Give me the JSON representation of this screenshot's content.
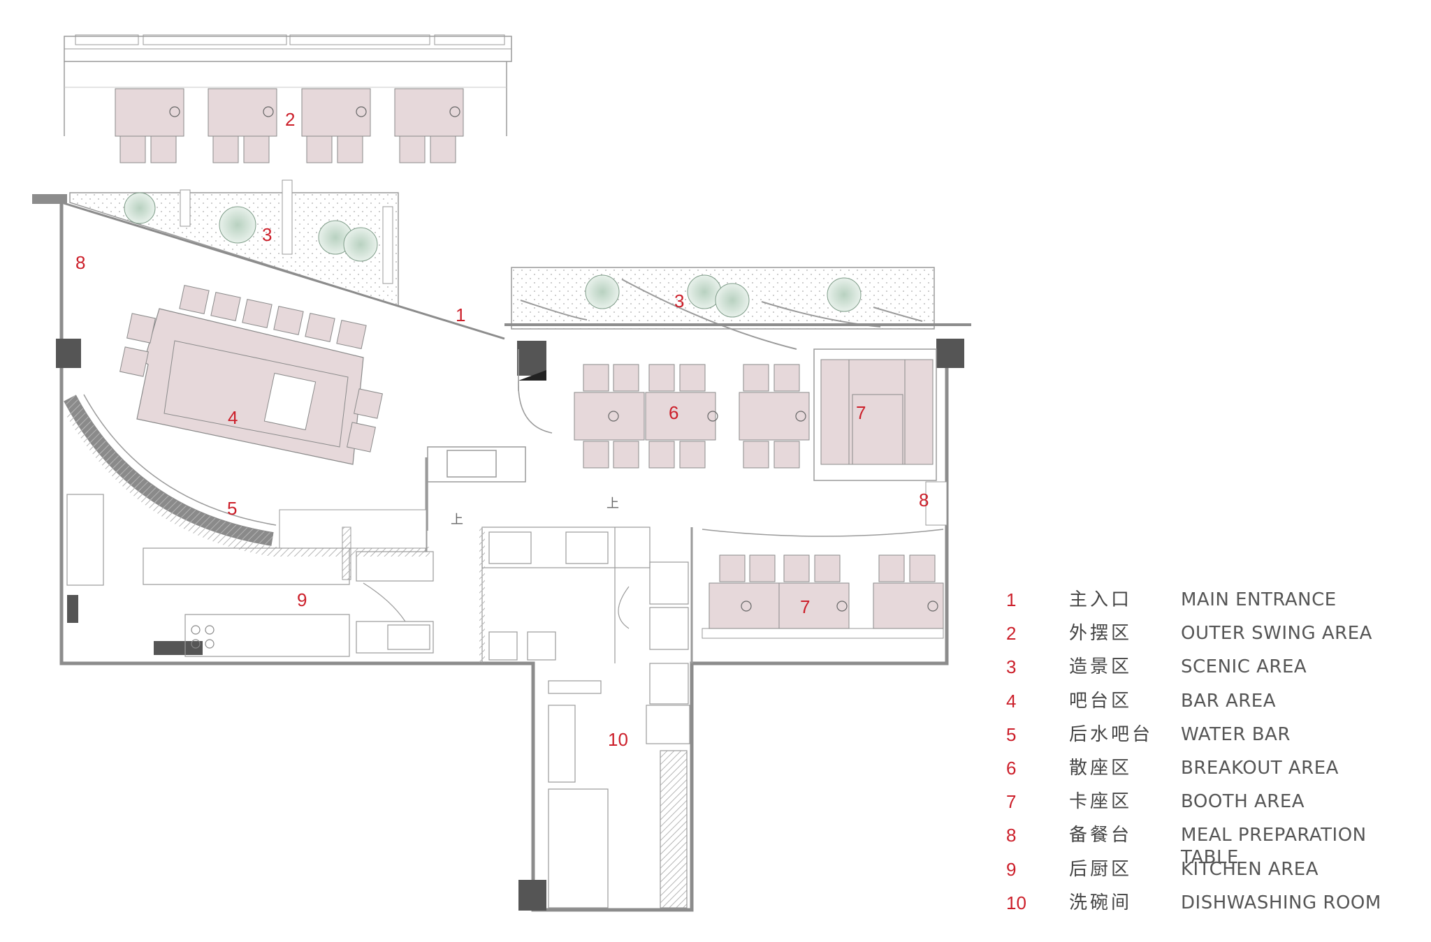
{
  "zone_labels": [
    {
      "id": "z1",
      "text": "1"
    },
    {
      "id": "z2",
      "text": "2"
    },
    {
      "id": "z3a",
      "text": "3"
    },
    {
      "id": "z3b",
      "text": "3"
    },
    {
      "id": "z4",
      "text": "4"
    },
    {
      "id": "z5",
      "text": "5"
    },
    {
      "id": "z6",
      "text": "6"
    },
    {
      "id": "z7a",
      "text": "7"
    },
    {
      "id": "z7b",
      "text": "7"
    },
    {
      "id": "z8a",
      "text": "8"
    },
    {
      "id": "z8b",
      "text": "8"
    },
    {
      "id": "z9",
      "text": "9"
    },
    {
      "id": "z10",
      "text": "10"
    }
  ],
  "stair_marks": [
    "上",
    "上"
  ],
  "legend": [
    {
      "num": "1",
      "cn": "主入口",
      "en": "MAIN ENTRANCE"
    },
    {
      "num": "2",
      "cn": "外摆区",
      "en": "OUTER SWING AREA"
    },
    {
      "num": "3",
      "cn": "造景区",
      "en": "SCENIC AREA"
    },
    {
      "num": "4",
      "cn": "吧台区",
      "en": "BAR AREA"
    },
    {
      "num": "5",
      "cn": "后水吧台",
      "en": "WATER BAR"
    },
    {
      "num": "6",
      "cn": "散座区",
      "en": "BREAKOUT AREA"
    },
    {
      "num": "7",
      "cn": "卡座区",
      "en": "BOOTH AREA"
    },
    {
      "num": "8",
      "cn": "备餐台",
      "en": "MEAL PREPARATION TABLE"
    },
    {
      "num": "9",
      "cn": "后厨区",
      "en": "KITCHEN AREA"
    },
    {
      "num": "10",
      "cn": "洗碗间",
      "en": "DISHWASHING ROOM"
    }
  ],
  "colors": {
    "furniture": "#e6d8da",
    "wall": "#8c8c8c",
    "label": "#cc1f2a",
    "planter_dots": "#bdbdbd",
    "tree": "#8fb39a"
  }
}
